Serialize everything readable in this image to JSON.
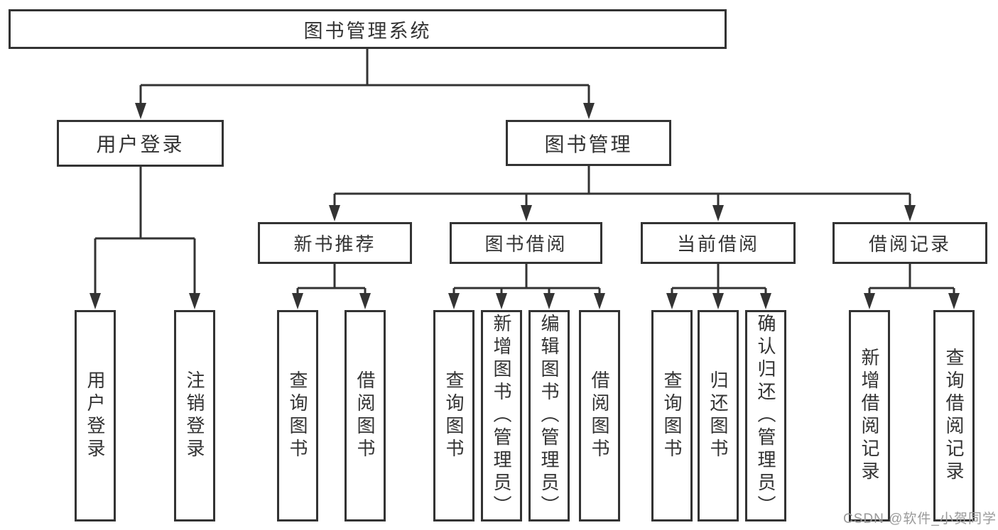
{
  "colors": {
    "line": "#333333",
    "box_border": "#333333",
    "text": "#333333",
    "background": "#ffffff",
    "watermark": "#9a9a9a"
  },
  "watermark": "CSDN @软件_小贺同学",
  "tree": {
    "label": "图书管理系统",
    "children": [
      {
        "label": "用户登录",
        "children": [
          {
            "label": "用户登录"
          },
          {
            "label": "注销登录"
          }
        ]
      },
      {
        "label": "图书管理",
        "children": [
          {
            "label": "新书推荐",
            "children": [
              {
                "label": "查询图书"
              },
              {
                "label": "借阅图书"
              }
            ]
          },
          {
            "label": "图书借阅",
            "children": [
              {
                "label": "查询图书"
              },
              {
                "label": "新增图书（管理员）"
              },
              {
                "label": "编辑图书（管理员）"
              },
              {
                "label": "借阅图书"
              }
            ]
          },
          {
            "label": "当前借阅",
            "children": [
              {
                "label": "查询图书"
              },
              {
                "label": "归还图书"
              },
              {
                "label": "确认归还（管理员）"
              }
            ]
          },
          {
            "label": "借阅记录",
            "children": [
              {
                "label": "新增借阅记录"
              },
              {
                "label": "查询借阅记录"
              }
            ]
          }
        ]
      }
    ]
  }
}
